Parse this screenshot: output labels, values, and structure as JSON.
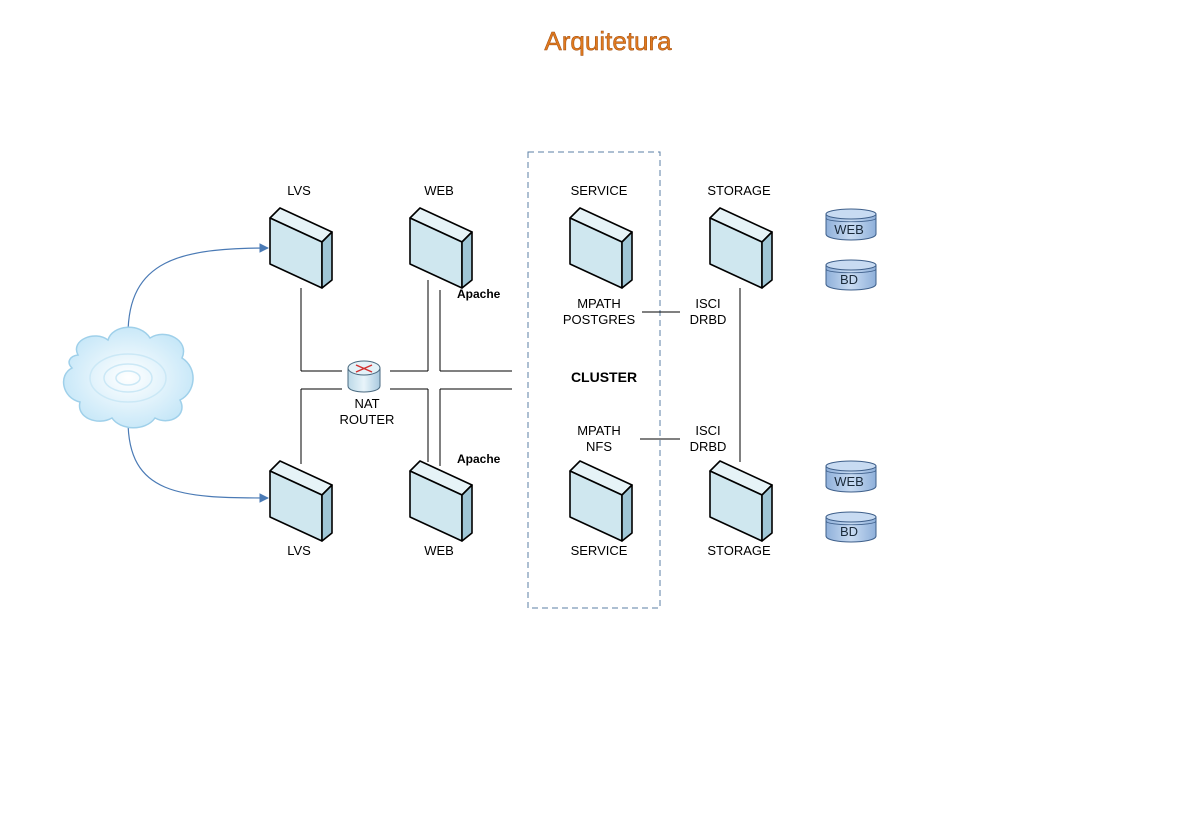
{
  "title": "Arquitetura",
  "cluster_label": "CLUSTER",
  "nodes": {
    "lvs_top": "LVS",
    "lvs_bottom": "LVS",
    "web_top": "WEB",
    "web_bottom": "WEB",
    "service_top": "SERVICE",
    "service_bottom": "SERVICE",
    "storage_top": "STORAGE",
    "storage_bottom": "STORAGE"
  },
  "apache": {
    "top": "Apache",
    "bottom": "Apache"
  },
  "router": {
    "line1": "NAT",
    "line2": "ROUTER"
  },
  "service_top_sub": {
    "line1": "MPATH",
    "line2": "POSTGRES"
  },
  "service_bottom_sub": {
    "line1": "MPATH",
    "line2": "NFS"
  },
  "link_top": {
    "line1": "ISCI",
    "line2": "DRBD"
  },
  "link_bottom": {
    "line1": "ISCI",
    "line2": "DRBD"
  },
  "databases": {
    "top_web": "WEB",
    "top_bd": "BD",
    "bottom_web": "WEB",
    "bottom_bd": "BD"
  },
  "colors": {
    "title": "#e07a1f",
    "server_face": "#cfe7ef",
    "cluster_border": "#5b7fa6",
    "arrow": "#4a7ab5",
    "db_fill": "#a9c3e3"
  }
}
